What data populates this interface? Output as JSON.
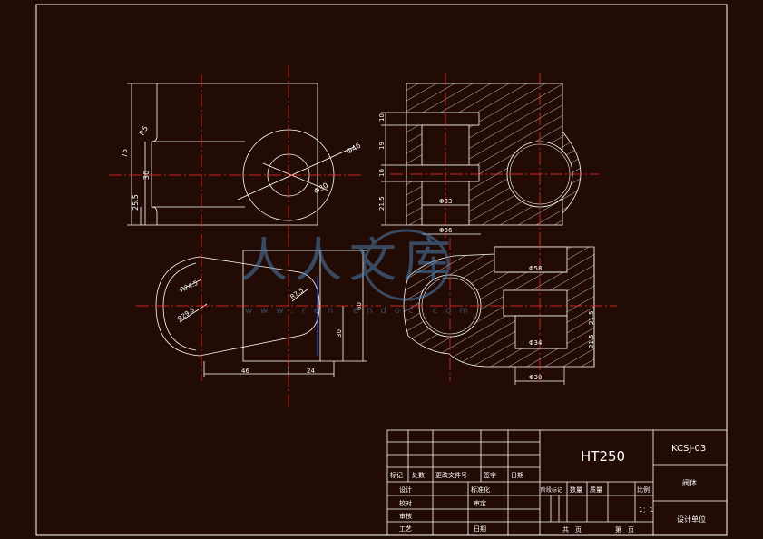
{
  "title_block": {
    "material": "HT250",
    "drawing_no": "KCSJ-03",
    "part_name": "阀体",
    "unit": "设计单位",
    "scale_label": "比例",
    "scale_value": "1：1",
    "row_labels": [
      "标记",
      "处数",
      "更改文件号",
      "签字",
      "日期"
    ],
    "design": "设计",
    "standardization": "标准化",
    "proofread": "校对",
    "verify": "审定",
    "review": "审核",
    "process": "工艺",
    "date": "日期",
    "stage_mark": "阶段标记",
    "quantity": "数量",
    "mass": "质量",
    "total_sheets": "共　页",
    "sheet_no": "第　页"
  },
  "dimensions": {
    "front_height": "75",
    "front_r": "R5",
    "front_30": "30",
    "front_25_5": "25.5",
    "front_dia46": "Φ46",
    "front_dia30": "Φ30",
    "section_10a": "10",
    "section_19": "19",
    "section_10b": "10",
    "section_21_5": "21.5",
    "section_dia33": "Φ33",
    "section_dia36": "Φ36",
    "top_r24_5": "R24.5",
    "top_r29_5": "R29.5",
    "top_r7_5": "R7.5",
    "top_46": "46",
    "top_24": "24",
    "top_30": "30",
    "top_60": "60",
    "side_dia58": "Φ58",
    "side_dia34": "Φ34",
    "side_dia30": "Φ30",
    "side_21_5a": "21.5",
    "side_21_5b": "21.5"
  },
  "watermark": {
    "text": "人人文库",
    "url": "www.renrendoc.com"
  }
}
